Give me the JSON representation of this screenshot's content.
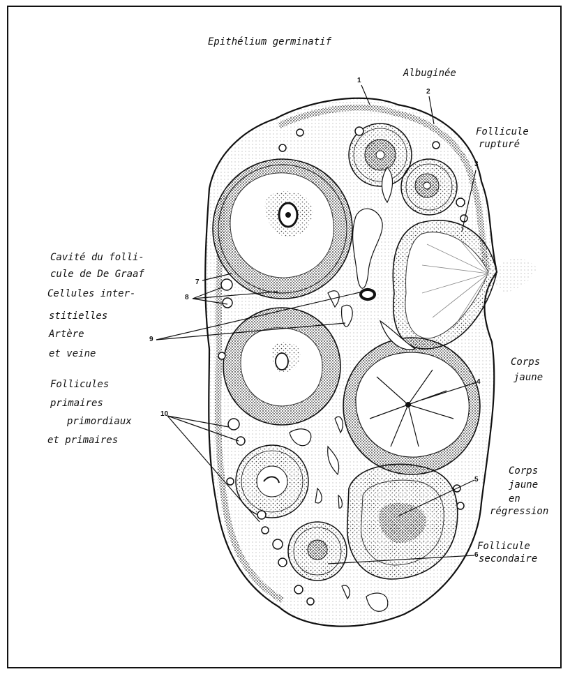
{
  "labels": {
    "epithelium": "Epithélium germinatif",
    "albuginee": "Albuginée",
    "follicule_rupture_1": "Follicule",
    "follicule_rupture_2": "rupturé",
    "cavite_1": "Cavité du folli-",
    "cavite_2": "cule de De Graaf",
    "cellules_1": "Cellules inter-",
    "cellules_2": "stitielles",
    "artere_1": "Artère",
    "artere_2": "et veine",
    "primaires_1": "Follicules",
    "primaires_2": "primaires",
    "primaires_3": "primordiaux",
    "primaires_4": "et primaires",
    "corps_jaune_1": "Corps",
    "corps_jaune_2": "jaune",
    "regression_1": "Corps",
    "regression_2": "jaune",
    "regression_3": "en",
    "regression_4": "régression",
    "secondaire_1": "Follicule",
    "secondaire_2": "secondaire"
  },
  "numbers": [
    "1",
    "2",
    "3",
    "4",
    "5",
    "6",
    "7",
    "8",
    "9",
    "10"
  ],
  "colors": {
    "ink": "#111111",
    "stipple": "#555555",
    "background": "#ffffff"
  }
}
